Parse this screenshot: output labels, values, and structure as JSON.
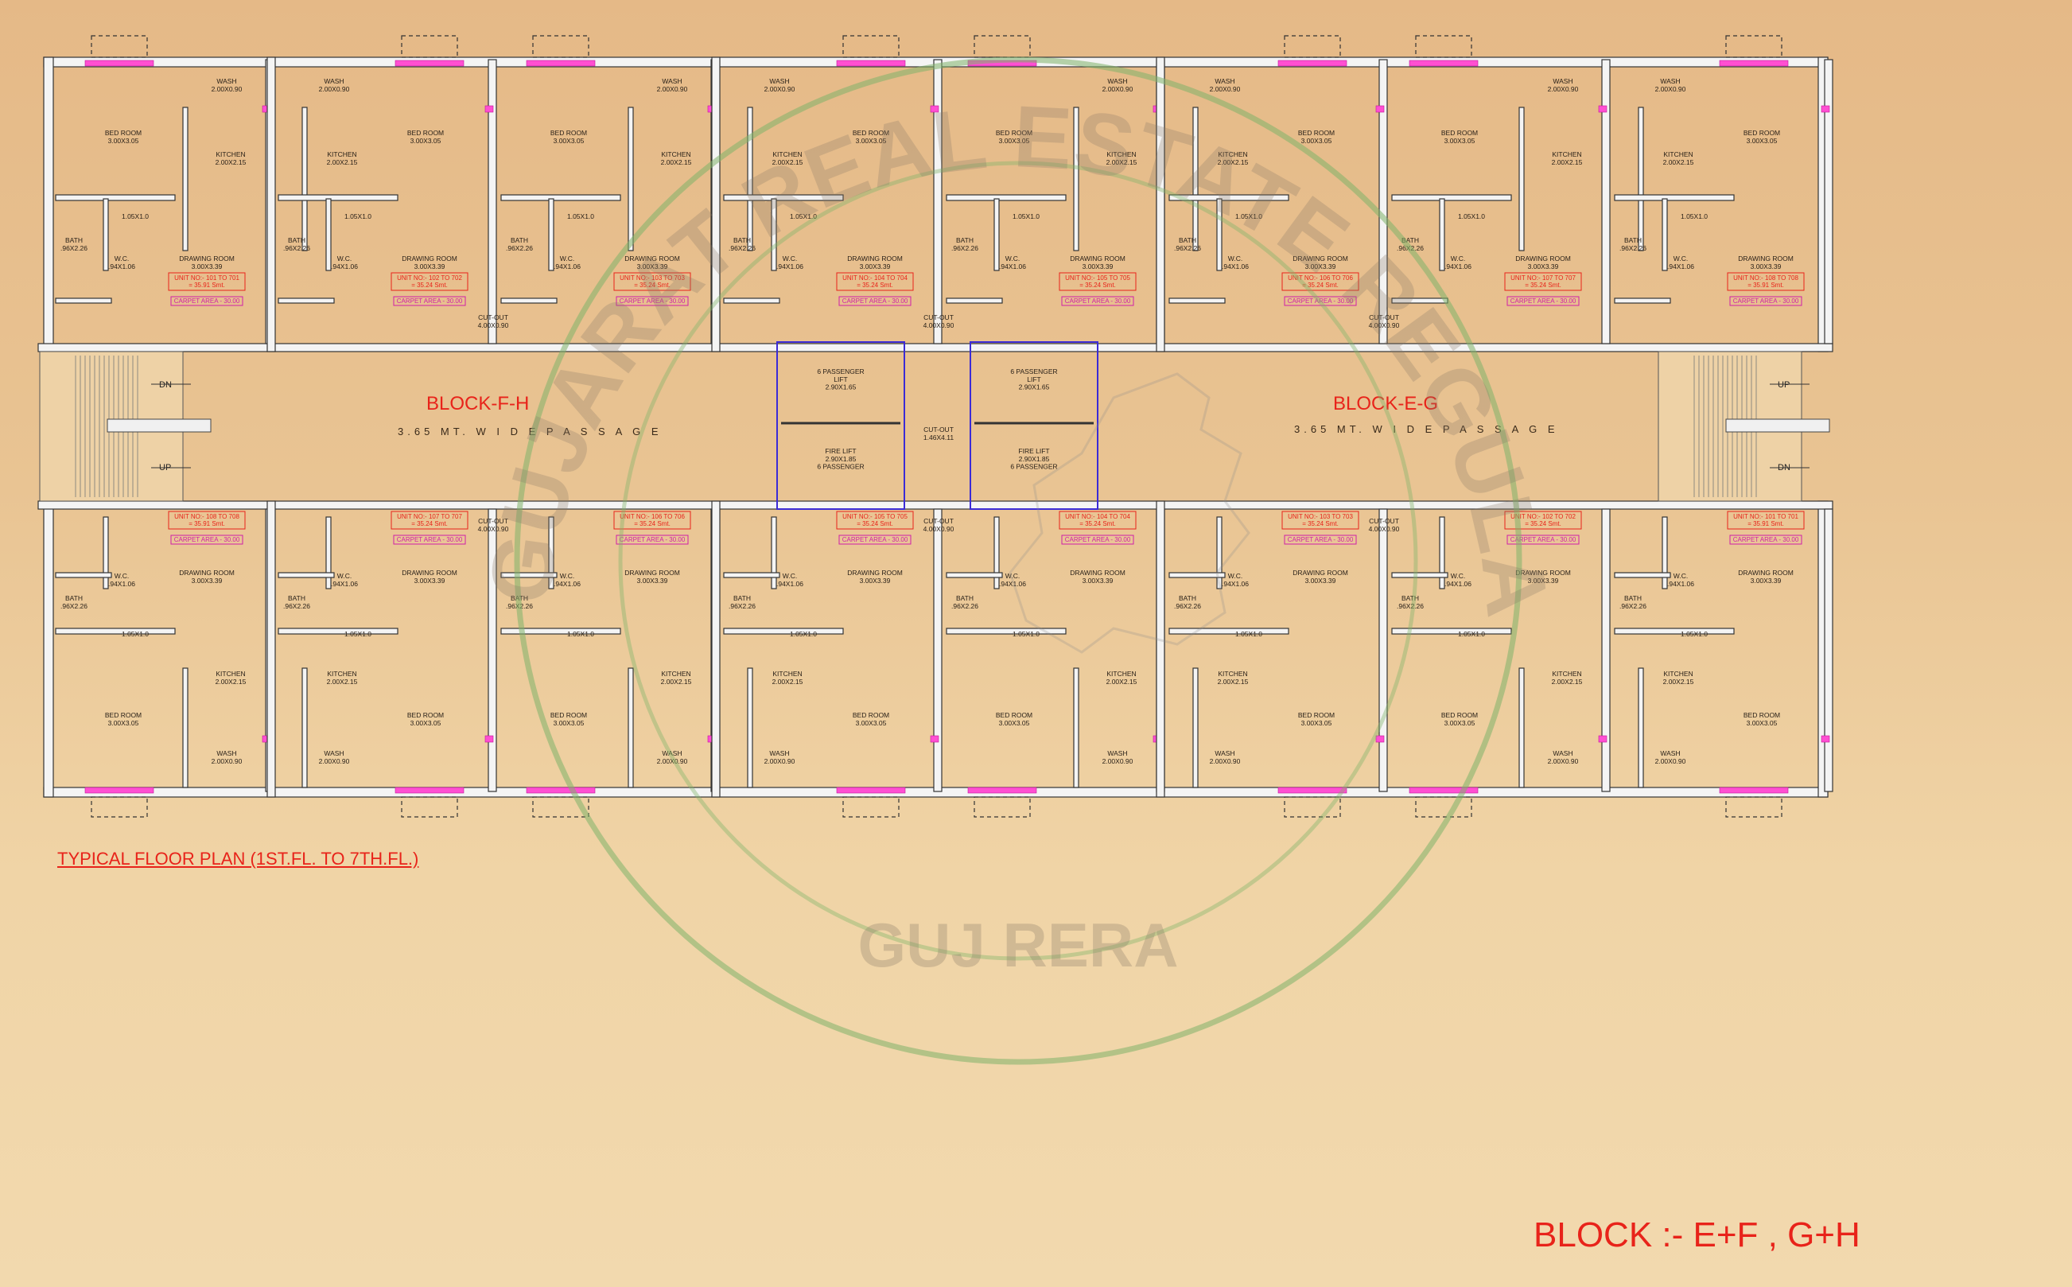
{
  "sheet_title": "BLOCK :- E+F , G+H",
  "plan_caption": "TYPICAL FLOOR PLAN (1ST.FL. TO 7TH.FL.)",
  "watermark": {
    "ring_text": "GUJARAT REAL ESTATE REGULATORY AUTHORITY",
    "bottom_text": "GUJ RERA"
  },
  "blocks": [
    {
      "name": "BLOCK-F-H",
      "passage": "3.65 MT.   W I D E     P A S S A G E"
    },
    {
      "name": "BLOCK-E-G",
      "passage": "3.65 MT.   W I D E     P A S S A G E"
    }
  ],
  "stairs": {
    "dn": "DN",
    "up": "UP"
  },
  "core": {
    "passenger_lift": [
      "6 PASSENGER",
      "LIFT",
      "2.90X1.65"
    ],
    "fire_lift": [
      "FIRE LIFT",
      "2.90X1.85",
      "6 PASSENGER"
    ],
    "cutout_core": [
      "CUT-OUT",
      "1.46X4.11"
    ]
  },
  "cutout": [
    "CUT-OUT",
    "4.00X0.90"
  ],
  "rooms": {
    "bed": [
      "BED ROOM",
      "3.00X3.05"
    ],
    "kitchen": [
      "KITCHEN",
      "2.00X2.15"
    ],
    "wash": [
      "WASH",
      "2.00X0.90"
    ],
    "drawing": [
      "DRAWING ROOM",
      "3.00X3.39"
    ],
    "bath": [
      "BATH",
      ".96X2.26"
    ],
    "wc": [
      "W.C.",
      ".94X1.06"
    ],
    "passage": "1.05X1.0"
  },
  "units_top": [
    {
      "unit": "UNIT NO:- 101 TO 701",
      "area": "= 35.91 Smt.",
      "carpet": "CARPET AREA - 30.00"
    },
    {
      "unit": "UNIT NO:- 102 TO 702",
      "area": "= 35.24 Smt.",
      "carpet": "CARPET AREA - 30.00"
    },
    {
      "unit": "UNIT NO:- 103 TO 703",
      "area": "= 35.24 Smt.",
      "carpet": "CARPET AREA - 30.00"
    },
    {
      "unit": "UNIT NO:- 104 TO 704",
      "area": "= 35.24 Smt.",
      "carpet": "CARPET AREA - 30.00"
    },
    {
      "unit": "UNIT NO:- 105 TO 705",
      "area": "= 35.24 Smt.",
      "carpet": "CARPET AREA - 30.00"
    },
    {
      "unit": "UNIT NO:- 106 TO 706",
      "area": "= 35.24 Smt.",
      "carpet": "CARPET AREA - 30.00"
    },
    {
      "unit": "UNIT NO:- 107 TO 707",
      "area": "= 35.24 Smt.",
      "carpet": "CARPET AREA - 30.00"
    },
    {
      "unit": "UNIT NO:- 108 TO 708",
      "area": "= 35.91 Smt.",
      "carpet": "CARPET AREA - 30.00"
    }
  ],
  "units_bottom": [
    {
      "unit": "UNIT NO:- 108 TO 708",
      "area": "= 35.91 Smt.",
      "carpet": "CARPET AREA - 30.00"
    },
    {
      "unit": "UNIT NO:- 107 TO 707",
      "area": "= 35.24 Smt.",
      "carpet": "CARPET AREA - 30.00"
    },
    {
      "unit": "UNIT NO:- 106 TO 706",
      "area": "= 35.24 Smt.",
      "carpet": "CARPET AREA - 30.00"
    },
    {
      "unit": "UNIT NO:- 105 TO 705",
      "area": "= 35.24 Smt.",
      "carpet": "CARPET AREA - 30.00"
    },
    {
      "unit": "UNIT NO:- 104 TO 704",
      "area": "= 35.24 Smt.",
      "carpet": "CARPET AREA - 30.00"
    },
    {
      "unit": "UNIT NO:- 103 TO 703",
      "area": "= 35.24 Smt.",
      "carpet": "CARPET AREA - 30.00"
    },
    {
      "unit": "UNIT NO:- 102 TO 702",
      "area": "= 35.24 Smt.",
      "carpet": "CARPET AREA - 30.00"
    },
    {
      "unit": "UNIT NO:- 101 TO 701",
      "area": "= 35.91 Smt.",
      "carpet": "CARPET AREA - 30.00"
    }
  ],
  "colors": {
    "wall_fill": "#f4f4f4",
    "wall_stroke": "#333333",
    "window": "#ff4fd2",
    "label_red": "#e8231a",
    "lift_blue": "#3b2bd6",
    "seal_green": "#7fb36a"
  }
}
